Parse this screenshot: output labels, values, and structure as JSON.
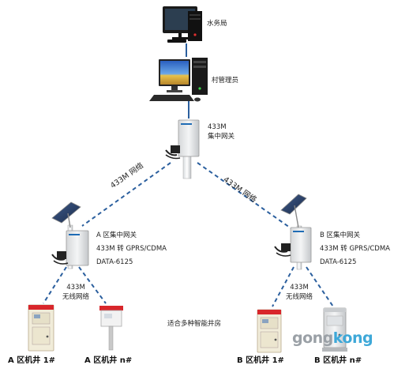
{
  "labels": {
    "water_bureau": "水务局",
    "village_admin": "村管理员",
    "central_gateway": "433M\n集中网关",
    "link_left": "433M 网络",
    "link_right": "433M 网络",
    "gateway_a": "A 区集中网关\n433M 转 GPRS/CDMA\nDATA-6125",
    "gateway_b": "B 区集中网关\n433M 转 GPRS/CDMA\nDATA-6125",
    "wireless_a": "433M\n无线网络",
    "wireless_b": "433M\n无线网络",
    "center_note": "适合多种智能井房",
    "well_a1": "A 区机井 1#",
    "well_an": "A 区机井 n#",
    "well_b1": "B 区机井 1#",
    "well_bn": "B 区机井 n#"
  },
  "watermark": {
    "part1": "gong",
    "part2": "kong"
  },
  "colors": {
    "link": "#2b5f9e",
    "wm1": "#9aa0a6",
    "wm2": "#3ea8d8",
    "cabinet_red": "#d8262b"
  }
}
